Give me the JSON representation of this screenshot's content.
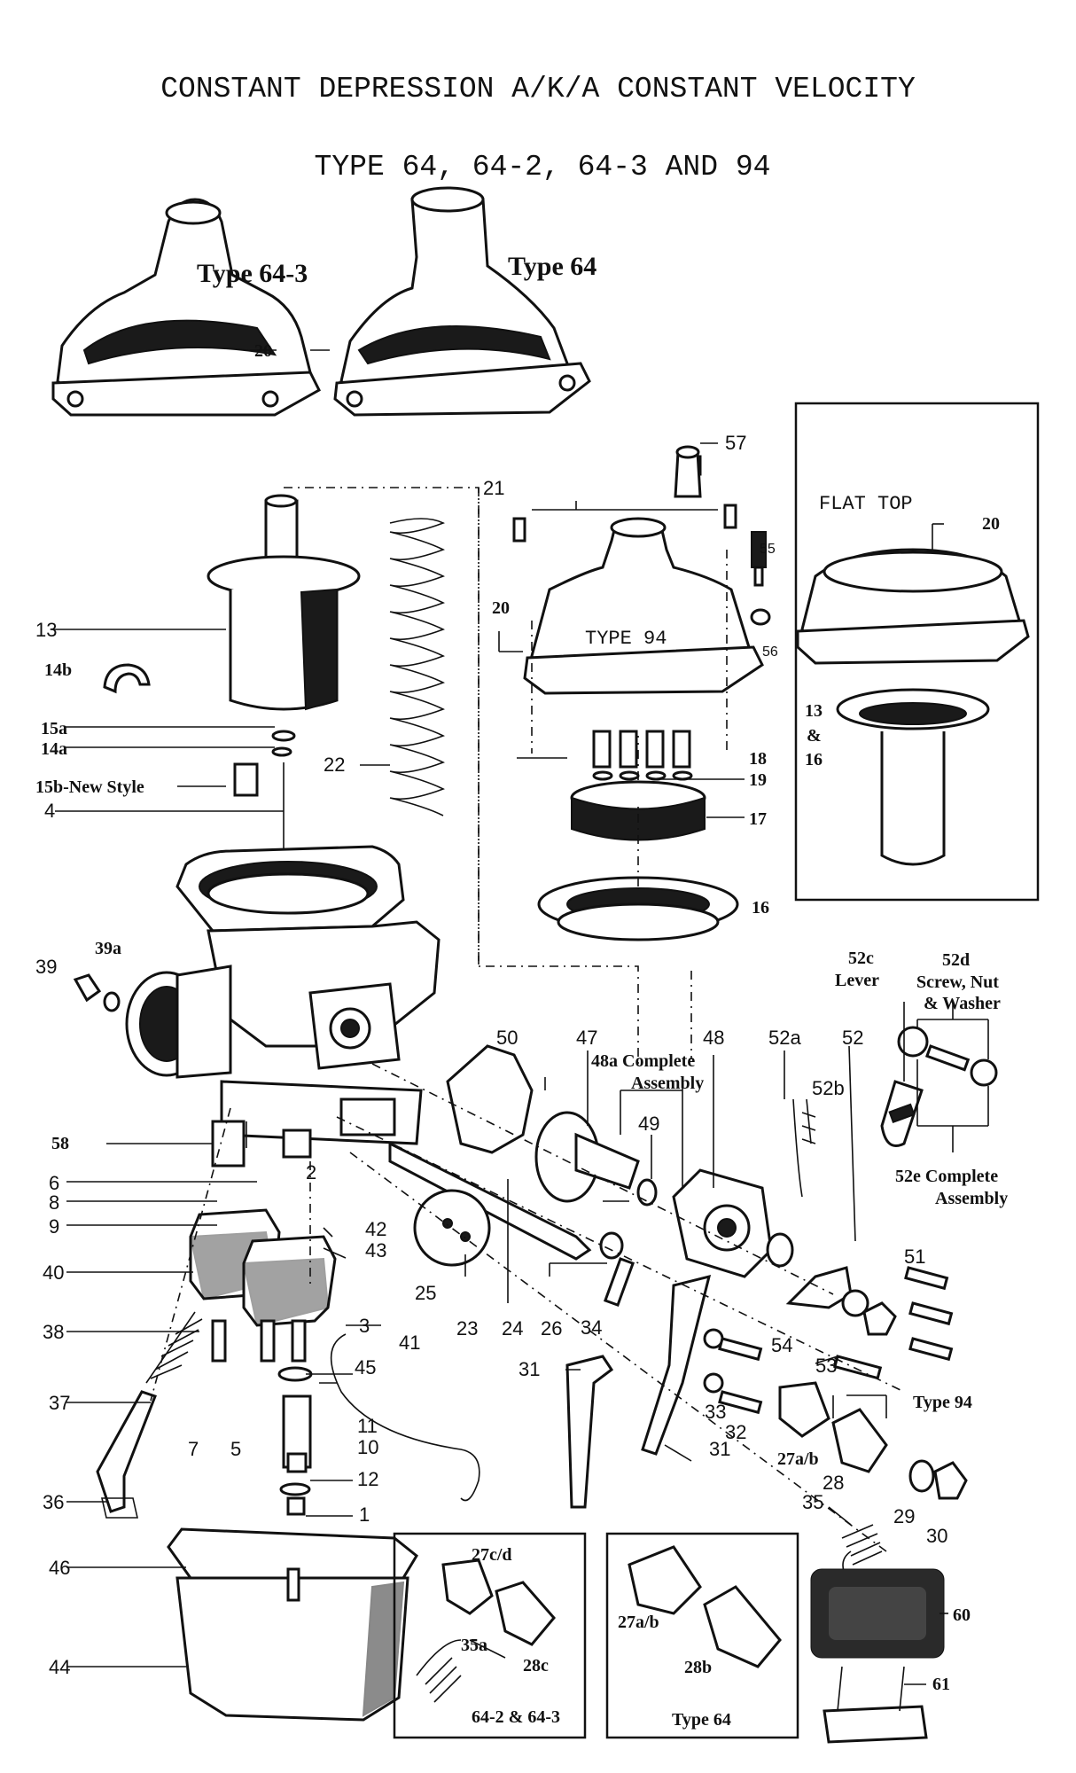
{
  "title": "CONSTANT DEPRESSION A/K/A CONSTANT VELOCITY",
  "subtitle": "TYPE 64, 64-2, 64-3 AND 94",
  "type_labels": {
    "type_64_3": "Type 64-3",
    "type_64": "Type 64",
    "type_94_top": "TYPE 94",
    "flat_top": "FLAT TOP",
    "type_94_linkage": "Type 94",
    "inset_64_2_64_3": "64-2 & 64-3",
    "inset_64": "Type 64"
  },
  "descriptions": {
    "p15b": "15b-New Style",
    "p48a": "48a Complete",
    "p48a_2": "Assembly",
    "p52c": "52c",
    "p52c_2": "Lever",
    "p52d": "52d",
    "p52d_2": "Screw, Nut",
    "p52d_3": "& Washer",
    "p52e": "52e Complete",
    "p52e_2": "Assembly",
    "p13and16_a": "13",
    "p13and16_b": "&",
    "p13and16_c": "16"
  },
  "part_numbers": {
    "n1": "1",
    "n2": "2",
    "n3": "3",
    "n4": "4",
    "n5": "5",
    "n6": "6",
    "n7": "7",
    "n8": "8",
    "n9": "9",
    "n10": "10",
    "n11": "11",
    "n12": "12",
    "n13": "13",
    "n14a": "14a",
    "n14b": "14b",
    "n15a": "15a",
    "n16": "16",
    "n17": "17",
    "n18": "18",
    "n19": "19",
    "n20a": "20",
    "n20b": "20",
    "n20c": "20",
    "n21": "21",
    "n22": "22",
    "n23": "23",
    "n24": "24",
    "n25": "25",
    "n26": "26",
    "n27ab": "27a/b",
    "n27ab2": "27a/b",
    "n27cd": "27c/d",
    "n28": "28",
    "n28b": "28b",
    "n28c": "28c",
    "n29": "29",
    "n30": "30",
    "n31a": "31",
    "n31b": "31",
    "n32": "32",
    "n33": "33",
    "n34": "34",
    "n35": "35",
    "n35a": "35a",
    "n36": "36",
    "n37": "37",
    "n38": "38",
    "n39": "39",
    "n39a": "39a",
    "n40": "40",
    "n41": "41",
    "n42": "42",
    "n43": "43",
    "n44": "44",
    "n45": "45",
    "n46": "46",
    "n47": "47",
    "n48": "48",
    "n49": "49",
    "n50": "50",
    "n51": "51",
    "n52": "52",
    "n52a": "52a",
    "n52b": "52b",
    "n53": "53",
    "n54": "54",
    "n55": "55",
    "n56": "56",
    "n57": "57",
    "n58": "58",
    "n60": "60",
    "n61": "61"
  }
}
